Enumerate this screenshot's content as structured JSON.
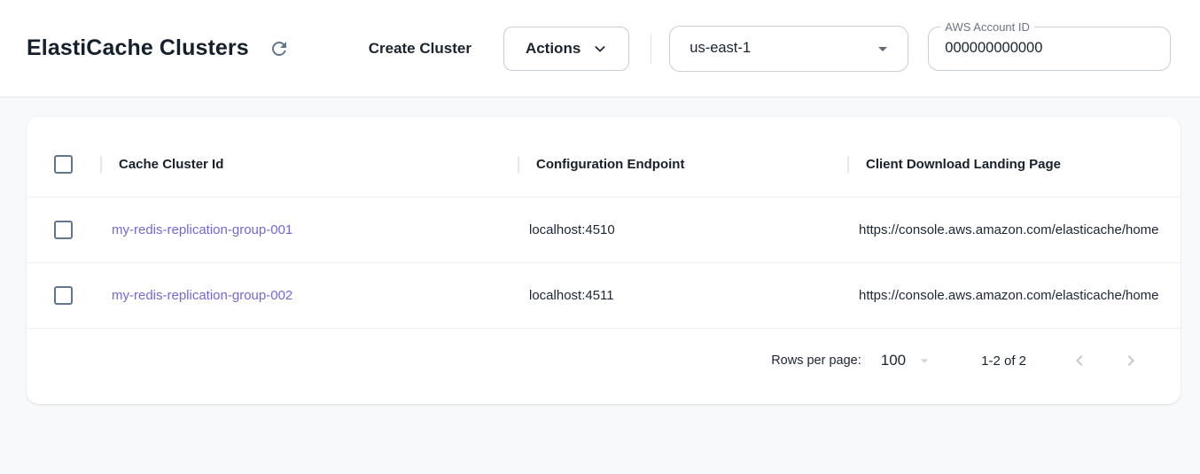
{
  "header": {
    "title": "ElastiCache Clusters",
    "create_button_label": "Create Cluster",
    "actions_button_label": "Actions",
    "region_select": {
      "value": "us-east-1"
    },
    "account_field": {
      "label": "AWS Account ID",
      "value": "000000000000"
    }
  },
  "table": {
    "columns": {
      "cache_cluster_id": "Cache Cluster Id",
      "configuration_endpoint": "Configuration Endpoint",
      "client_download_landing_page": "Client Download Landing Page"
    },
    "rows": [
      {
        "cache_cluster_id": "my-redis-replication-group-001",
        "configuration_endpoint": "localhost:4510",
        "client_download_landing_page": "https://console.aws.amazon.com/elasticache/home"
      },
      {
        "cache_cluster_id": "my-redis-replication-group-002",
        "configuration_endpoint": "localhost:4511",
        "client_download_landing_page": "https://console.aws.amazon.com/elasticache/home"
      }
    ],
    "pagination": {
      "rows_per_page_label": "Rows per page:",
      "rows_per_page_value": "100",
      "range_label": "1-2 of 2"
    }
  },
  "icons": {
    "refresh": "refresh-icon",
    "chevron_down": "chevron-down-icon",
    "dropdown_arrow": "dropdown-arrow-icon",
    "chevron_left": "chevron-left-icon",
    "chevron_right": "chevron-right-icon"
  },
  "colors": {
    "link": "#7568d0",
    "title_text": "#15202c",
    "checkbox_border": "#64748b",
    "page_background": "#f7f9fb",
    "card_background": "#ffffff",
    "header_border": "#e3e7ed",
    "disabled_icon": "#c3c8d0"
  }
}
